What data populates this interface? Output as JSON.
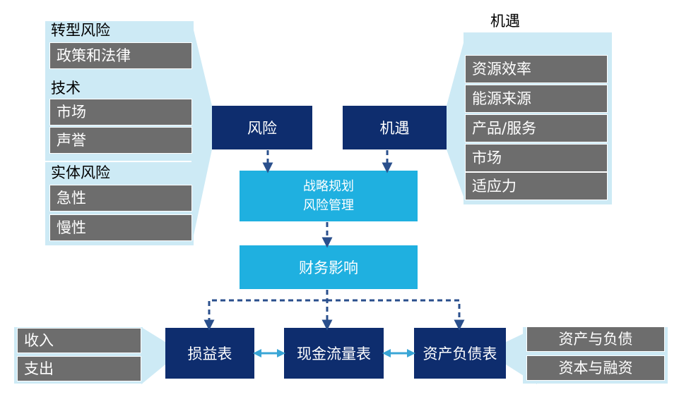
{
  "colors": {
    "navy": "#0e2d6e",
    "cyan": "#1fb0e0",
    "grey": "#6d6d6d",
    "glow": "#cdeaf5",
    "arrow": "#2a4f8c",
    "double_arrow": "#3aa6d6"
  },
  "risks": {
    "transition_title": "转型风险",
    "transition_items": [
      "政策和法律",
      "技术",
      "市场",
      "声誉"
    ],
    "physical_title": "实体风险",
    "physical_items": [
      "急性",
      "慢性"
    ]
  },
  "opportunities": {
    "title": "机遇",
    "items": [
      "资源效率",
      "能源来源",
      "产品/服务",
      "市场",
      "适应力"
    ]
  },
  "hubs": {
    "risk": "风险",
    "opportunity": "机遇"
  },
  "strategy": {
    "line1": "战略规划",
    "line2": "风险管理"
  },
  "financial_impact": "财务影响",
  "statements": {
    "income": "损益表",
    "cashflow": "现金流量表",
    "balance": "资产负债表"
  },
  "income_items": [
    "收入",
    "支出"
  ],
  "balance_items": [
    "资产与负债",
    "资本与融资"
  ]
}
